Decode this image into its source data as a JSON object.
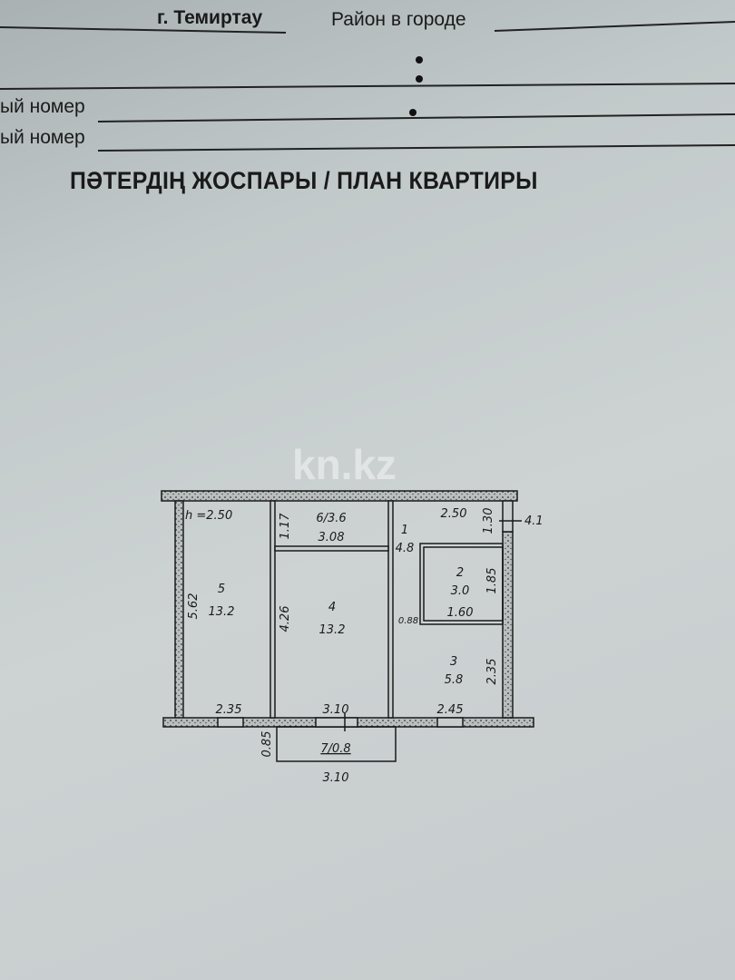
{
  "header": {
    "city": "г. Темиртау",
    "district_label": "Район в городе",
    "field_1_label": "ый номер",
    "field_2_label": "ый номер"
  },
  "title": "ПӘТЕРДІҢ ЖОСПАРЫ / ПЛАН КВАРТИРЫ",
  "watermark": "kn.kz",
  "plan": {
    "ceiling_height": "h =2.50",
    "rooms": [
      {
        "number": "1",
        "area": "4.8"
      },
      {
        "number": "2",
        "area": "3.0"
      },
      {
        "number": "3",
        "area": "5.8"
      },
      {
        "number": "4",
        "area": "13.2"
      },
      {
        "number": "5",
        "area": "13.2"
      },
      {
        "label": "6/3.6"
      },
      {
        "label": "7/0.8"
      }
    ],
    "dimensions": {
      "room5_height": "5.62",
      "room5_width": "2.35",
      "room4_height": "4.26",
      "room4_width": "3.10",
      "room6_depth": "1.17",
      "room6_width": "3.08",
      "corridor_width": "0.88",
      "top_right_width": "2.50",
      "top_right_height": "1.30",
      "side_mark": "4.1",
      "room2_height": "1.85",
      "room2_width": "1.60",
      "room3_height": "2.35",
      "room3_width": "2.45",
      "balcony_depth": "0.85",
      "balcony_width": "3.10"
    }
  }
}
